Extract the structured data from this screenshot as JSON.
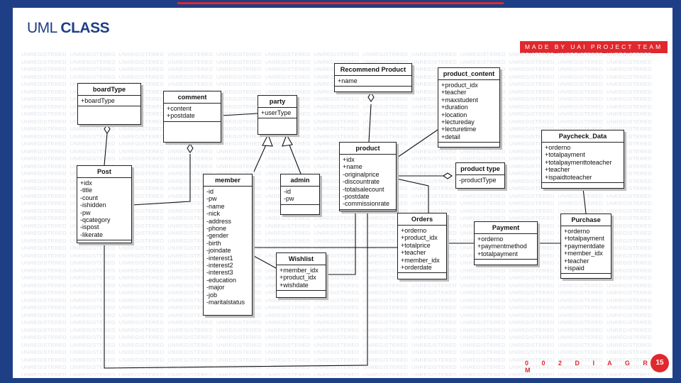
{
  "header": {
    "title_light": "UML",
    "title_bold": "CLASS",
    "tag": "MADE BY UAI PROJECT TEAM"
  },
  "footer": {
    "label": "0 0 2   D I A G R A M",
    "page": "15"
  },
  "watermark": "UNREGISTERED",
  "classes": {
    "boardType": {
      "name": "boardType",
      "attrs": [
        "+boardType"
      ]
    },
    "comment": {
      "name": "comment",
      "attrs": [
        "+content",
        "+postdate"
      ]
    },
    "party": {
      "name": "party",
      "attrs": [
        "+userType"
      ]
    },
    "recommend": {
      "name": "Recommend Product",
      "attrs": [
        "+name"
      ]
    },
    "product_content": {
      "name": "product_content",
      "attrs": [
        "+product_idx",
        "+teacher",
        "+maxstudent",
        "+duration",
        "+location",
        "+lectureday",
        "+lecturetime",
        "+detail"
      ]
    },
    "paycheck": {
      "name": "Paycheck_Data",
      "attrs": [
        "+orderno",
        "+totalpayment",
        "+totalpaymenttoteacher",
        "+teacher",
        "+ispaidtoteacher"
      ]
    },
    "post": {
      "name": "Post",
      "attrs": [
        "+idx",
        "-title",
        "-count",
        "-ishidden",
        "-pw",
        "-qcategory",
        "-ispost",
        "-likerate"
      ]
    },
    "member": {
      "name": "member",
      "attrs": [
        "-id",
        "-pw",
        "-name",
        "-nick",
        "-address",
        "-phone",
        "-gender",
        "-birth",
        "-joindate",
        "-interest1",
        "-interest2",
        "-interest3",
        "-education",
        "-major",
        "-job",
        "-maritalstatus"
      ]
    },
    "admin": {
      "name": "admin",
      "attrs": [
        "-id",
        "-pw"
      ]
    },
    "product": {
      "name": "product",
      "attrs": [
        "+idx",
        "+name",
        "-originalprice",
        "-discountrate",
        "-totalsalecount",
        "-postdate",
        "-commissionrate"
      ]
    },
    "product_type": {
      "name": "product type",
      "attrs": [
        "-productType"
      ]
    },
    "orders": {
      "name": "Orders",
      "attrs": [
        "+orderno",
        "+product_idx",
        "+totalprice",
        "+teacher",
        "+member_idx",
        "+orderdate"
      ]
    },
    "payment": {
      "name": "Payment",
      "attrs": [
        "+orderno",
        "+paymentmethod",
        "+totalpayment"
      ]
    },
    "purchase": {
      "name": "Purchase",
      "attrs": [
        "+orderno",
        "+totalpayment",
        "+paymentdate",
        "+member_idx",
        "+teacher",
        "+ispaid"
      ]
    },
    "wishlist": {
      "name": "Wishlist",
      "attrs": [
        "+member_idx",
        "+product_idx",
        "+wishdate"
      ]
    }
  },
  "colors": {
    "brand_blue": "#1e3f86",
    "accent_red": "#e0282e"
  }
}
